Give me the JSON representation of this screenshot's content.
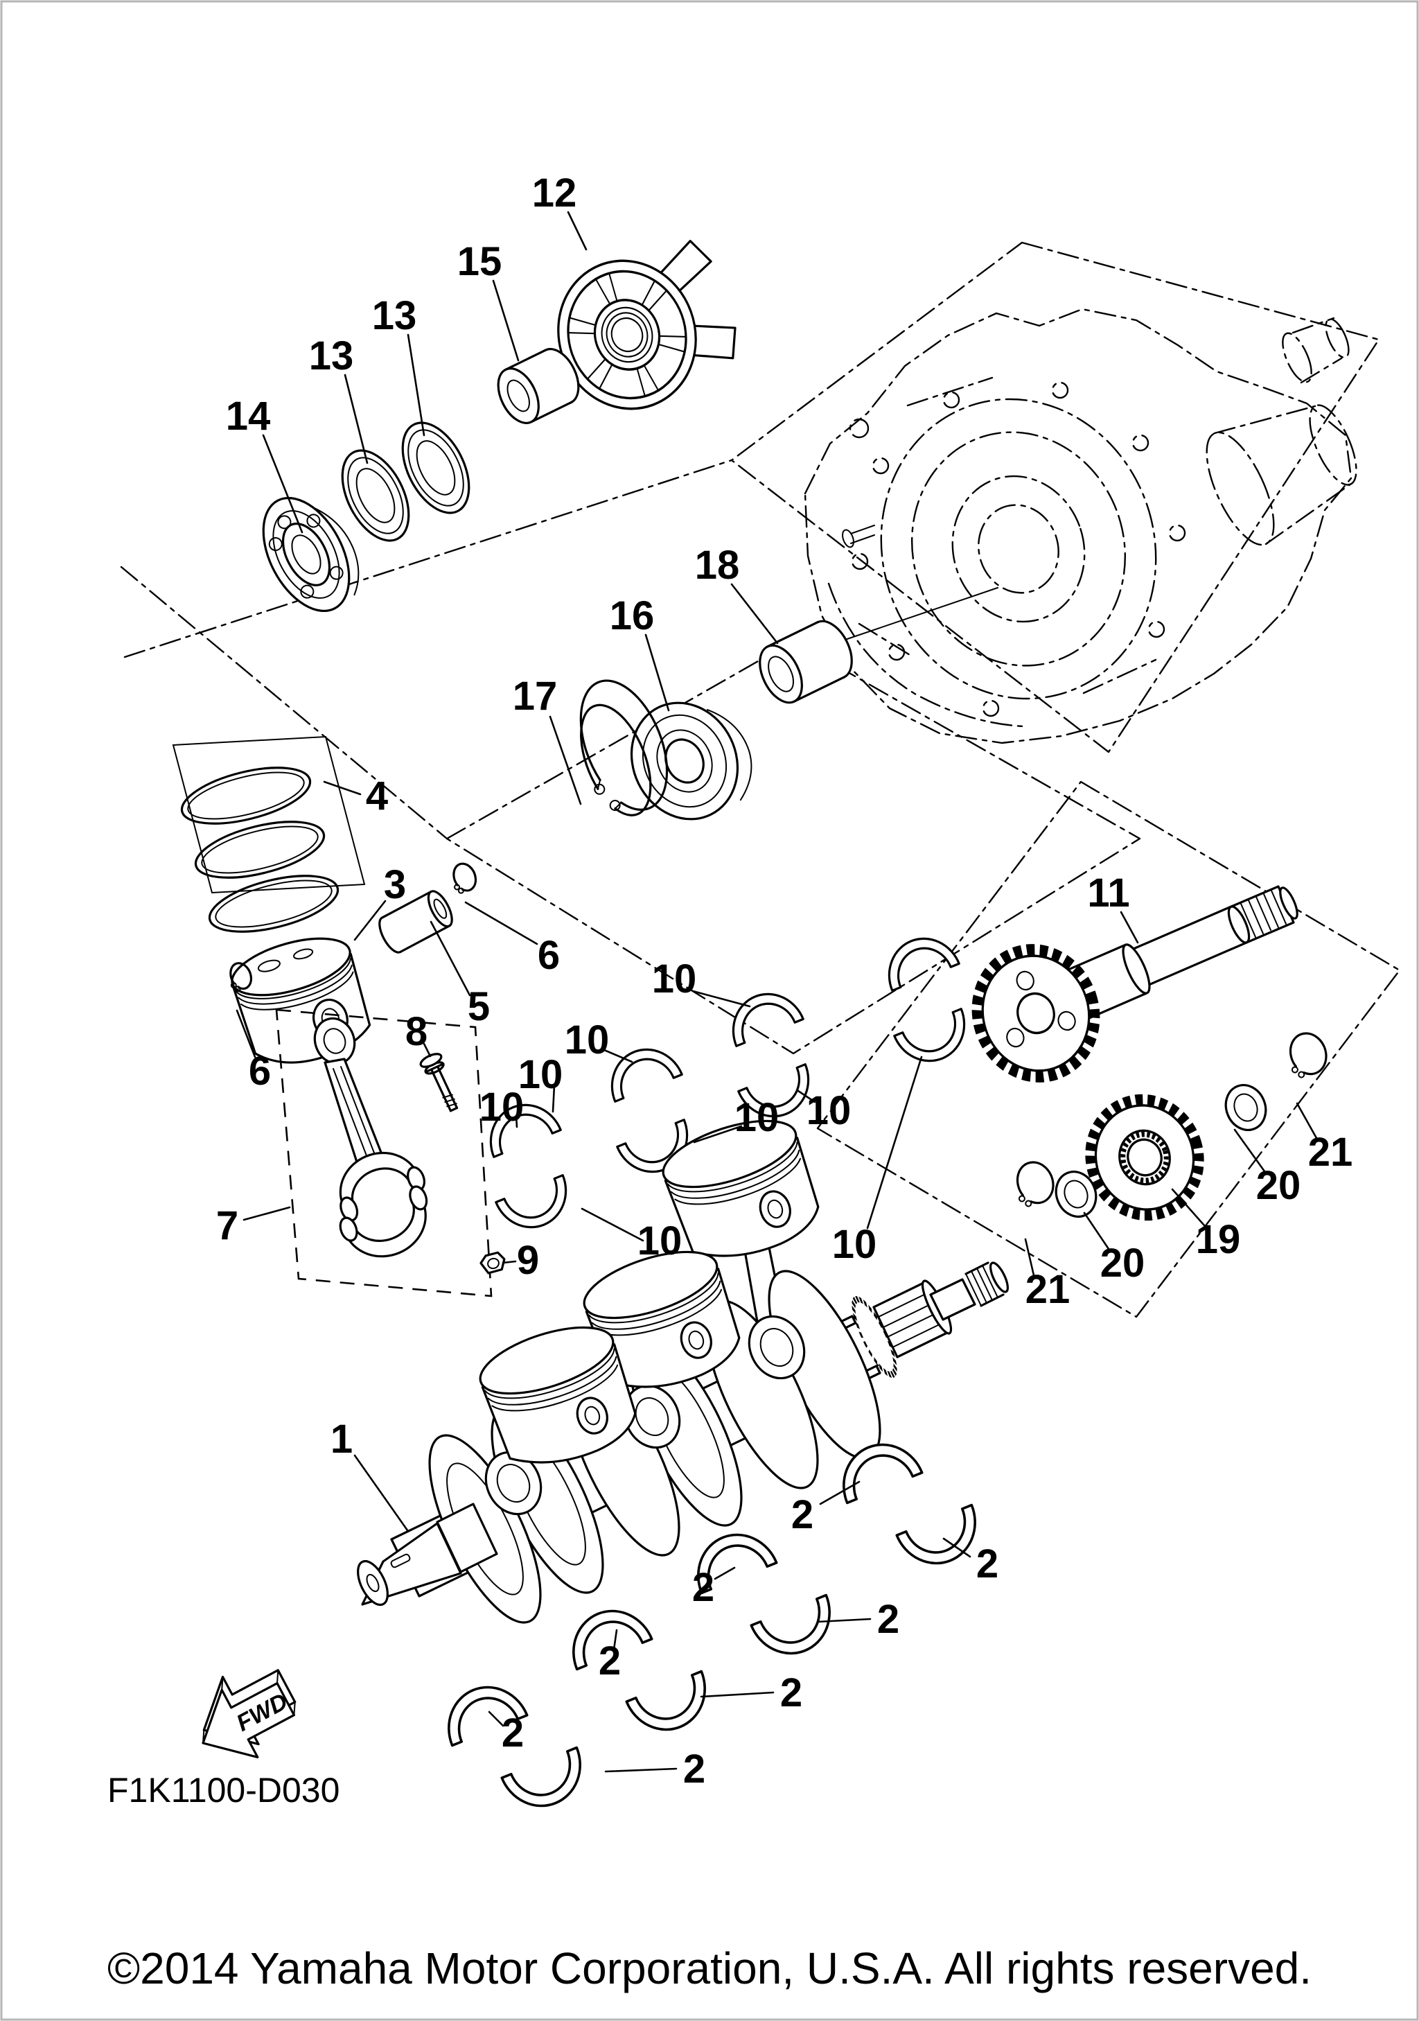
{
  "document": {
    "type": "exploded-parts-diagram",
    "subject": "crankshaft and piston assembly",
    "ink_color": "#000000",
    "background_color": "#ffffff"
  },
  "footer": {
    "drawing_code": "F1K1100-D030",
    "copyright": "©2014 Yamaha Motor Corporation, U.S.A. All rights reserved."
  },
  "fwd_marker": {
    "label": "FWD"
  },
  "callouts": [
    {
      "label": "14"
    },
    {
      "label": "13"
    },
    {
      "label": "13"
    },
    {
      "label": "15"
    },
    {
      "label": "12"
    },
    {
      "label": "17"
    },
    {
      "label": "16"
    },
    {
      "label": "18"
    },
    {
      "label": "4"
    },
    {
      "label": "3"
    },
    {
      "label": "6"
    },
    {
      "label": "5"
    },
    {
      "label": "6"
    },
    {
      "label": "7"
    },
    {
      "label": "8"
    },
    {
      "label": "9"
    },
    {
      "label": "10"
    },
    {
      "label": "10"
    },
    {
      "label": "10"
    },
    {
      "label": "10"
    },
    {
      "label": "10"
    },
    {
      "label": "10"
    },
    {
      "label": "10"
    },
    {
      "label": "10"
    },
    {
      "label": "11"
    },
    {
      "label": "19"
    },
    {
      "label": "20"
    },
    {
      "label": "21"
    },
    {
      "label": "20"
    },
    {
      "label": "21"
    },
    {
      "label": "1"
    },
    {
      "label": "2"
    },
    {
      "label": "2"
    },
    {
      "label": "2"
    },
    {
      "label": "2"
    },
    {
      "label": "2"
    },
    {
      "label": "2"
    },
    {
      "label": "2"
    },
    {
      "label": "2"
    }
  ]
}
